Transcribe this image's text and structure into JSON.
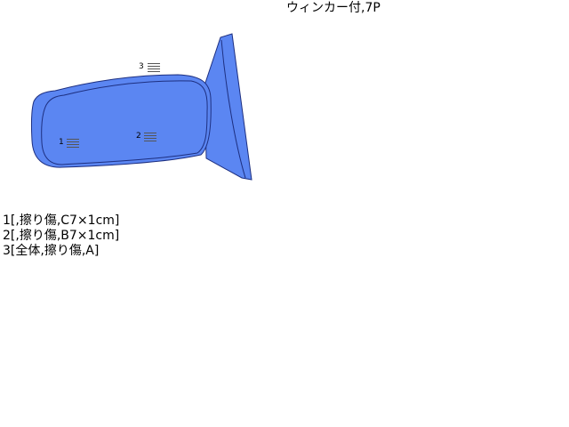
{
  "header": {
    "note": "ウィンカー付,7P"
  },
  "colors": {
    "part_fill": "#5b86f2",
    "outline": "#1d2f80"
  },
  "diagram": {
    "part": "door-mirror",
    "markers": [
      {
        "label": "1"
      },
      {
        "label": "2"
      },
      {
        "label": "3"
      }
    ]
  },
  "damage_list": [
    "1[,擦り傷,C7×1cm]",
    "2[,擦り傷,B7×1cm]",
    "3[全体,擦り傷,A]"
  ]
}
